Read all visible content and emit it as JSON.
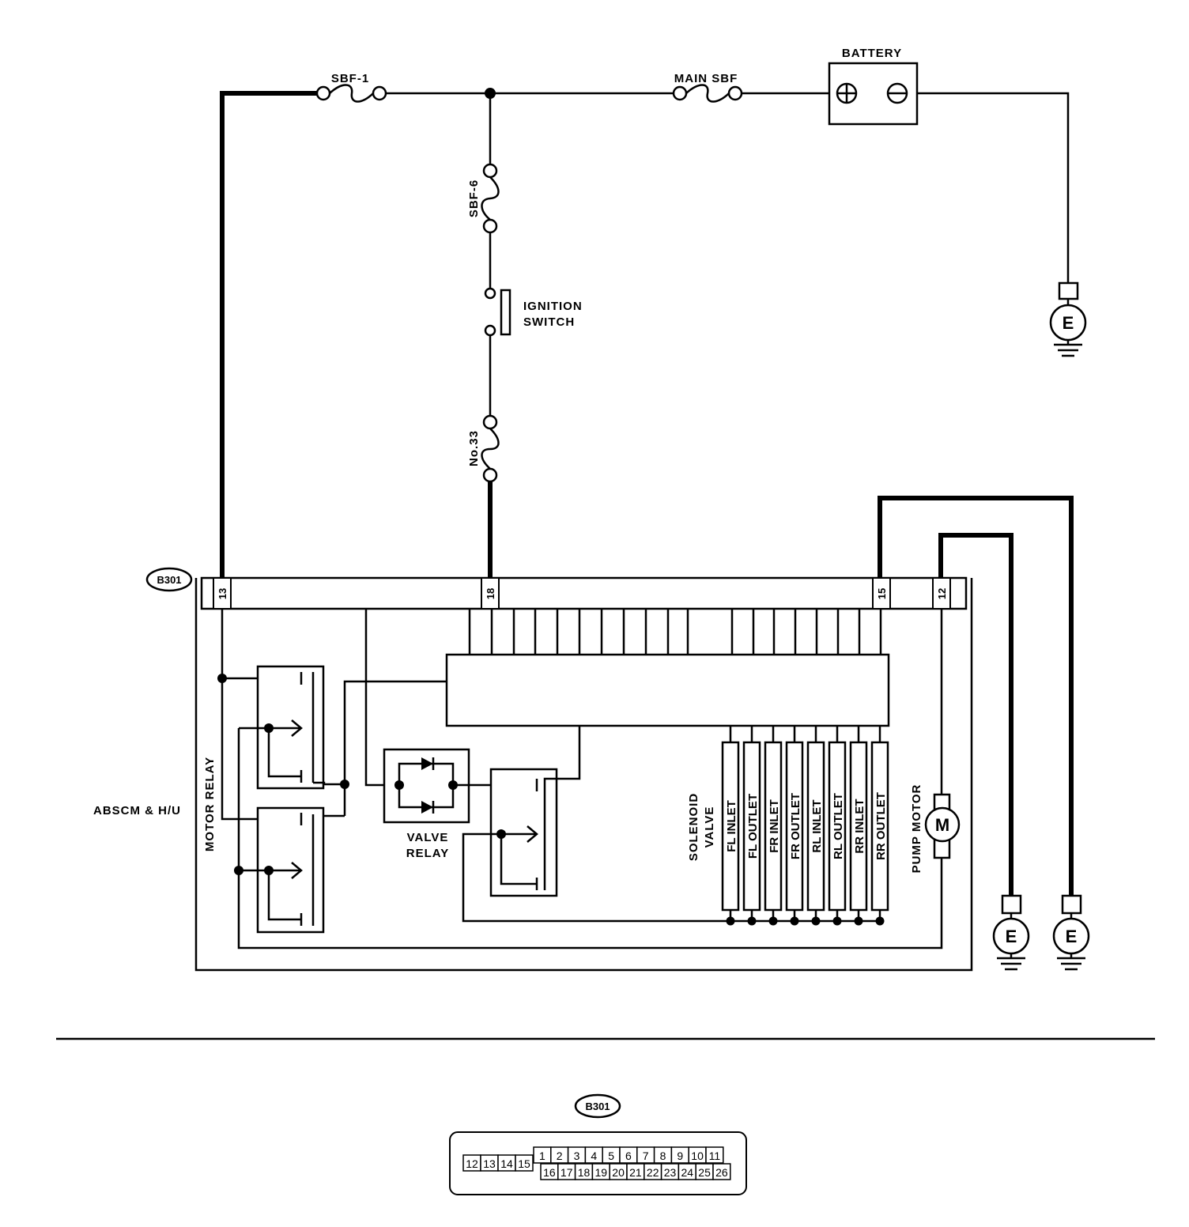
{
  "labels": {
    "sbf1": "SBF-1",
    "main_sbf": "MAIN SBF",
    "battery": "BATTERY",
    "sbf6": "SBF-6",
    "ignition_l1": "IGNITION",
    "ignition_l2": "SWITCH",
    "no33": "No.33",
    "ground": "E",
    "connector": "B301",
    "absc_hu": "ABSCM & H/U",
    "motor_relay": "MOTOR RELAY",
    "valve_relay_l1": "VALVE",
    "valve_relay_l2": "RELAY",
    "solenoid_l1": "SOLENOID",
    "solenoid_l2": "VALVE",
    "pump_motor": "PUMP MOTOR",
    "motor": "M"
  },
  "pins": [
    "13",
    "18",
    "15",
    "12"
  ],
  "valves": [
    "FL INLET",
    "FL OUTLET",
    "FR INLET",
    "FR OUTLET",
    "RL INLET",
    "RL OUTLET",
    "RR INLET",
    "RR OUTLET"
  ],
  "connector_pins": {
    "top_left": [
      "12",
      "13",
      "14",
      "15"
    ],
    "top_right": [
      "1",
      "2",
      "3",
      "4",
      "5",
      "6",
      "7",
      "8",
      "9",
      "10",
      "11"
    ],
    "bottom": [
      "16",
      "17",
      "18",
      "19",
      "20",
      "21",
      "22",
      "23",
      "24",
      "25",
      "26"
    ]
  }
}
